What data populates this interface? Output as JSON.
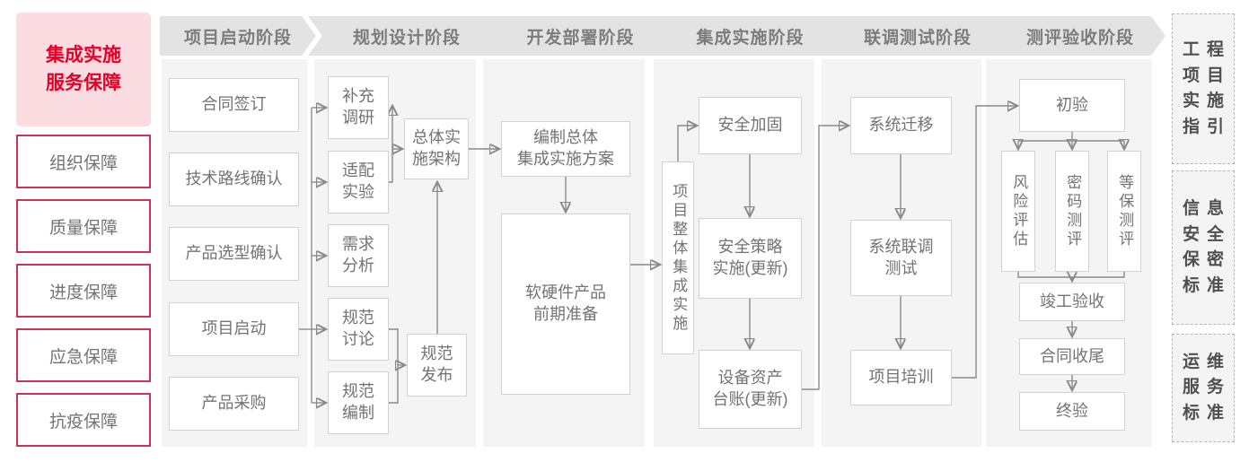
{
  "sidebar": {
    "title": "集成实施\n服务保障",
    "items": [
      "组织保障",
      "质量保障",
      "进度保障",
      "应急保障",
      "抗疫保障"
    ]
  },
  "phases": [
    "项目启动阶段",
    "规划设计阶段",
    "开发部署阶段",
    "集成实施阶段",
    "联调测试阶段",
    "测评验收阶段"
  ],
  "nodes": {
    "contract_signing": "合同签订",
    "tech_route_confirmation": "技术路线确认",
    "product_selection_confirmation": "产品选型确认",
    "project_kickoff": "项目启动",
    "product_procurement": "产品采购",
    "supplementary_research": "补充\n调研",
    "adaptation_test": "适配\n实验",
    "requirements_analysis": "需求\n分析",
    "spec_discussion": "规范\n讨论",
    "spec_drafting": "规范\n编制",
    "overall_implementation_architecture": "总体实\n施架构",
    "spec_release": "规范\n发布",
    "compile_overall_integration_plan": "编制总体\n集成实施方案",
    "hardware_software_preparation": "软硬件产品\n前期准备",
    "overall_integration_implementation": "项目整体集成实施",
    "security_hardening": "安全加固",
    "security_policy_implementation": "安全策略\n实施(更新)",
    "equipment_asset_ledger": "设备资产\n台账(更新)",
    "system_migration": "系统迁移",
    "system_joint_testing": "系统联调\n测试",
    "project_training": "项目培训",
    "initial_acceptance": "初验",
    "risk_assessment": "风险评估",
    "cryptography_evaluation": "密码测评",
    "classified_protection_evaluation": "等保测评",
    "completion_acceptance": "竣工验收",
    "contract_closure": "合同收尾",
    "final_acceptance": "终验"
  },
  "standards": [
    "工程\n项目\n实施\n指引",
    "信息\n安全\n保密\n标准",
    "运维\n服务\n标准"
  ],
  "colors": {
    "accent_red": "#e60027",
    "pink_background": "#fadce1",
    "red_border": "#cc3350",
    "panel_gray": "#f4f4f4",
    "header_gray": "#e3e3e3",
    "line_gray": "#8a8a8a",
    "box_border_gray": "#d2d2d2",
    "text_gray": "#737373"
  }
}
